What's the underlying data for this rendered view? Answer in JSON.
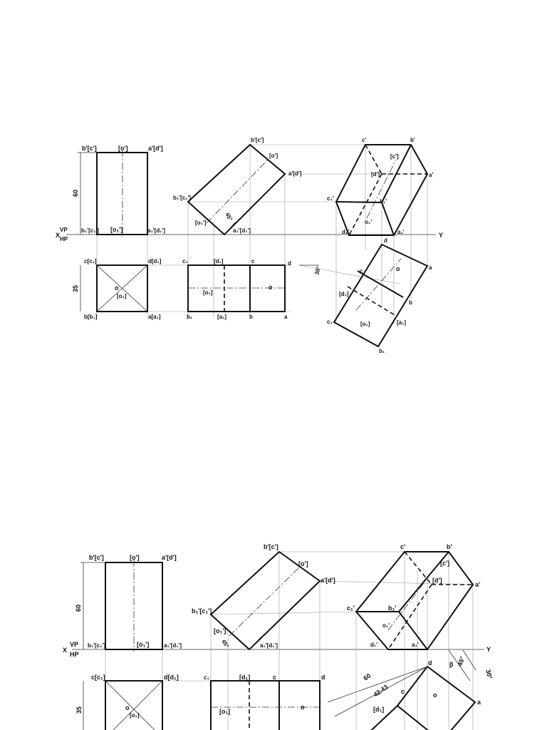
{
  "fig1": {
    "fv1": {
      "b_c": "b'[c']",
      "o": "[o']",
      "a_d": "a'[d']",
      "b1c1": "b₁'[c₁']",
      "o1": "[o₁']",
      "a1d1": "a₁'[d₁']",
      "dim60": "60"
    },
    "xy": {
      "x": "X",
      "vp": "VP",
      "hp": "HP",
      "y": "Y"
    },
    "tv1": {
      "cc1": "c[c₁]",
      "dd1": "d[d₁]",
      "bb1": "b[b₁]",
      "aa1": "a[a₁]",
      "o": "o",
      "o1": "[o₁]",
      "dim35": "35"
    },
    "fv2": {
      "b_c": "b'[c']",
      "o": "[o']",
      "a_d": "a'[d']",
      "b1c1": "b₁'[c₁']",
      "o1": "[o₁']",
      "a1d1": "a₁'[d₁']",
      "ang45": "45°"
    },
    "tv2": {
      "c1": "c₁",
      "d1": "[d₁]",
      "c": "c",
      "d": "d",
      "o1": "[o₁]",
      "o": "o",
      "b1": "b₁",
      "a1": "[a₁]",
      "b": "b",
      "a": "a"
    },
    "fv3": {
      "c": "c'",
      "b": "b'",
      "c_": "[c']",
      "d_": "[d']",
      "a": "a'",
      "c1": "c₁'",
      "b1": "b₁'",
      "o1": "o₁'",
      "d1": "d₁'",
      "a1": "a₁'"
    },
    "tv3": {
      "d": "d",
      "c": "c",
      "o": "o",
      "a": "a",
      "d1": "[d₁]",
      "b": "b",
      "c1": "c₁",
      "o1": "[o₁]",
      "a1": "[a₁]",
      "b1": "b₁",
      "ang30": "30°"
    }
  },
  "fig2": {
    "fv1": {
      "b_c": "b'[c']",
      "o": "[o']",
      "a_d": "a'[d']",
      "b1c1": "b₁'[c₁']",
      "o1": "[o₁']",
      "a1d1": "a₁'[d₁']",
      "dim60": "60"
    },
    "xy": {
      "x": "X",
      "vp": "VP",
      "hp": "HP",
      "y": "Y"
    },
    "tv1": {
      "cc1": "c[c₁]",
      "dd1": "d[d₁]",
      "o": "o",
      "o1": "[o₁]",
      "dim35": "35"
    },
    "fv2": {
      "b_c": "b'[c']",
      "o": "[o']",
      "a_d": "a'[d']",
      "b1c1": "b₁'[c₁']",
      "o1": "[o₁']",
      "a1d1": "a₁'[d₁']",
      "ang45": "45°"
    },
    "tv2": {
      "c1": "c₁",
      "d1": "[d₁]",
      "c": "c",
      "d": "d",
      "o1": "[o₁]",
      "o": "o"
    },
    "fv3": {
      "c": "c'",
      "b": "b'",
      "c_": "[c']",
      "d_": "[d']",
      "a": "a'",
      "c1": "c₁'",
      "b1": "b₁'",
      "o1": "o₁'",
      "d1": "d₁'",
      "a1": "a₁'"
    },
    "tv3": {
      "d": "d",
      "c": "c",
      "o": "o",
      "a": "a",
      "d1": "[d₁]",
      "dim60": "60",
      "dim4243": "42.43",
      "beta": "β",
      "ang45": "45°",
      "ang30": "30°"
    }
  }
}
